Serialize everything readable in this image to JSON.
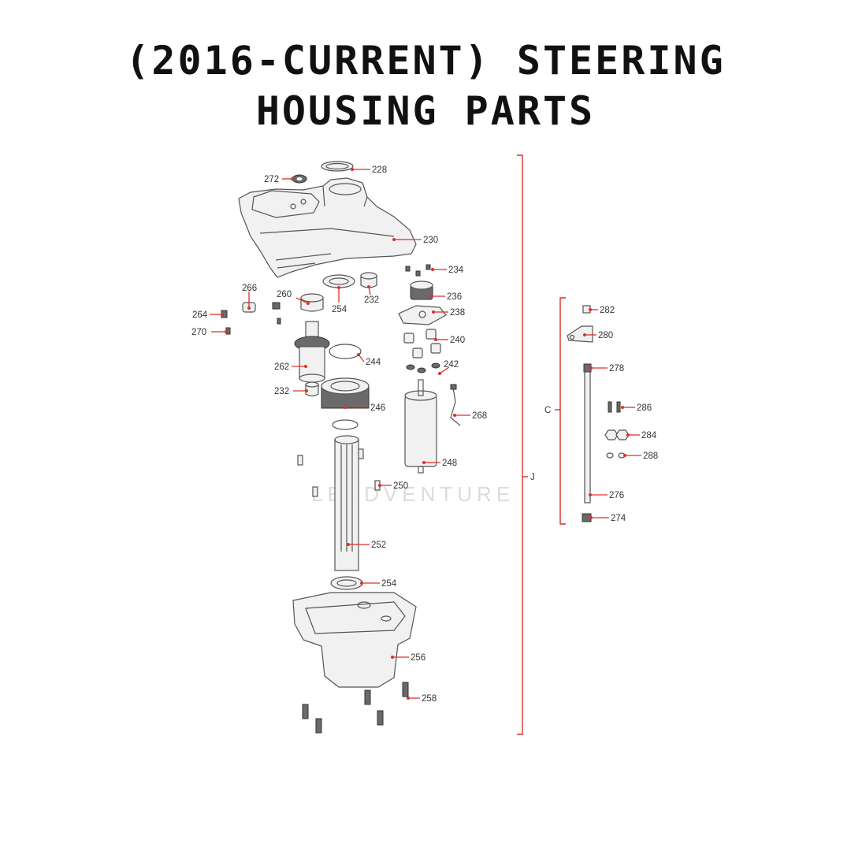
{
  "title": {
    "line1": "(2016-CURRENT) STEERING",
    "line2": "HOUSING PARTS"
  },
  "watermark": "LEADVENTURE",
  "bracket_labels": {
    "main": "J",
    "sub": "C"
  },
  "callouts": [
    {
      "id": "228",
      "label": "228"
    },
    {
      "id": "272",
      "label": "272"
    },
    {
      "id": "230",
      "label": "230"
    },
    {
      "id": "234",
      "label": "234"
    },
    {
      "id": "232a",
      "label": "232"
    },
    {
      "id": "254a",
      "label": "254"
    },
    {
      "id": "260",
      "label": "260"
    },
    {
      "id": "266",
      "label": "266"
    },
    {
      "id": "236",
      "label": "236"
    },
    {
      "id": "264",
      "label": "264"
    },
    {
      "id": "238",
      "label": "238"
    },
    {
      "id": "270",
      "label": "270"
    },
    {
      "id": "240",
      "label": "240"
    },
    {
      "id": "244",
      "label": "244"
    },
    {
      "id": "242",
      "label": "242"
    },
    {
      "id": "262",
      "label": "262"
    },
    {
      "id": "232b",
      "label": "232"
    },
    {
      "id": "246",
      "label": "246"
    },
    {
      "id": "268",
      "label": "268"
    },
    {
      "id": "248",
      "label": "248"
    },
    {
      "id": "250",
      "label": "250"
    },
    {
      "id": "252",
      "label": "252"
    },
    {
      "id": "254b",
      "label": "254"
    },
    {
      "id": "256",
      "label": "256"
    },
    {
      "id": "258",
      "label": "258"
    },
    {
      "id": "282",
      "label": "282"
    },
    {
      "id": "280",
      "label": "280"
    },
    {
      "id": "278",
      "label": "278"
    },
    {
      "id": "286",
      "label": "286"
    },
    {
      "id": "284",
      "label": "284"
    },
    {
      "id": "288",
      "label": "288"
    },
    {
      "id": "276",
      "label": "276"
    },
    {
      "id": "274",
      "label": "274"
    }
  ]
}
